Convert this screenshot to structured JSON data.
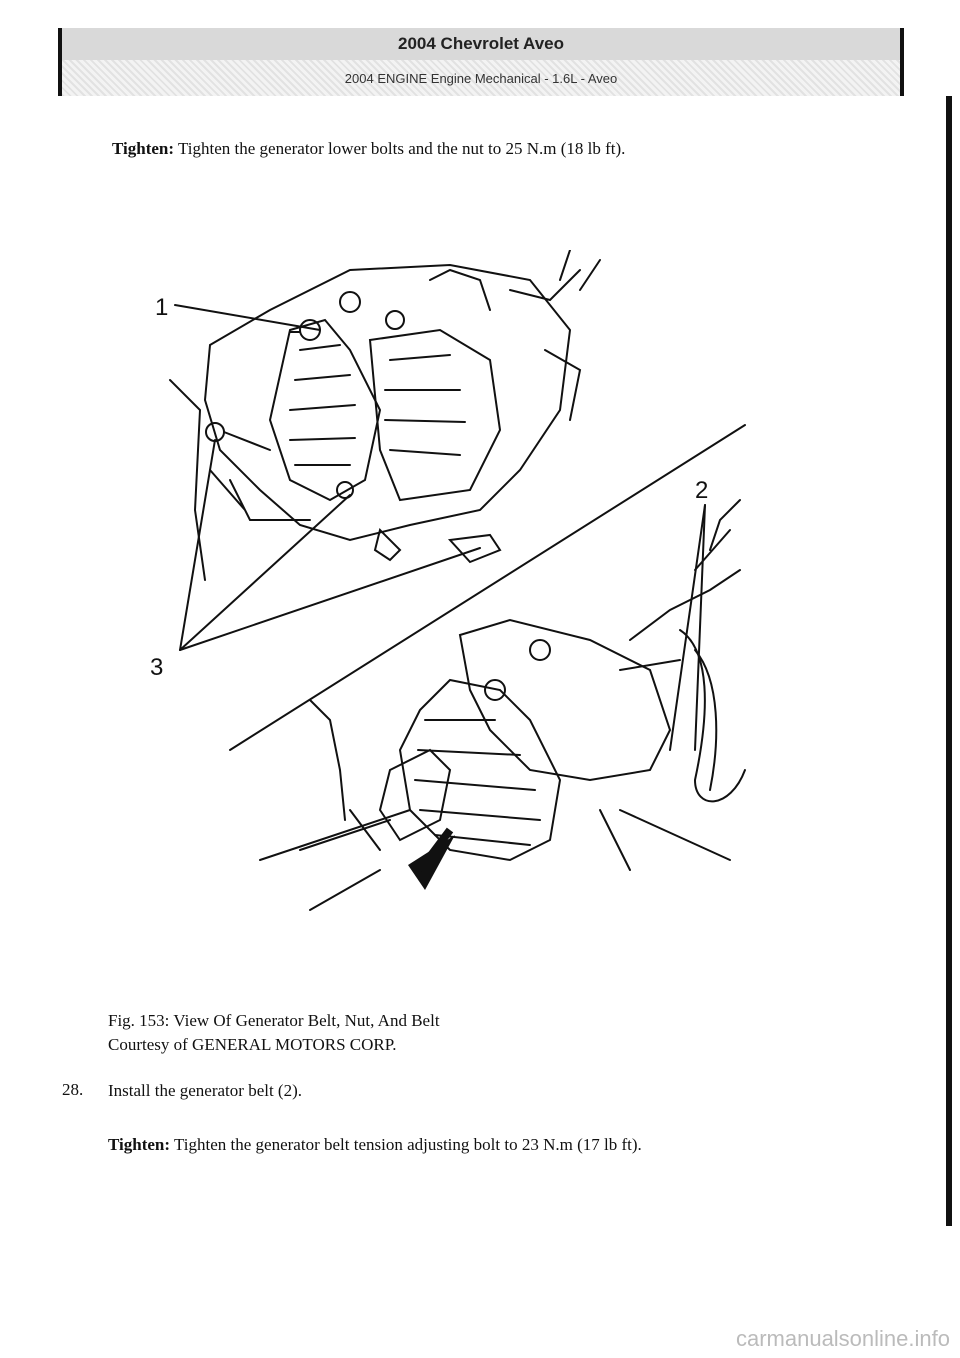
{
  "header": {
    "title": "2004 Chevrolet Aveo",
    "subtitle": "2004 ENGINE Engine Mechanical - 1.6L - Aveo"
  },
  "tighten1": {
    "label": "Tighten:",
    "text": "Tighten the generator lower bolts and the nut to 25 N.m (18 lb ft)."
  },
  "figure": {
    "callouts": [
      "1",
      "2",
      "3"
    ]
  },
  "caption": {
    "title": "Fig. 153: View Of Generator Belt, Nut, And Belt",
    "courtesy": "Courtesy of GENERAL MOTORS CORP."
  },
  "step28": {
    "number": "28.",
    "text": "Install the generator belt (2)."
  },
  "tighten2": {
    "label": "Tighten:",
    "text": "Tighten the generator belt tension adjusting bolt to 23 N.m (17 lb ft)."
  },
  "footer": {
    "watermark": "carmanualsonline.info"
  }
}
